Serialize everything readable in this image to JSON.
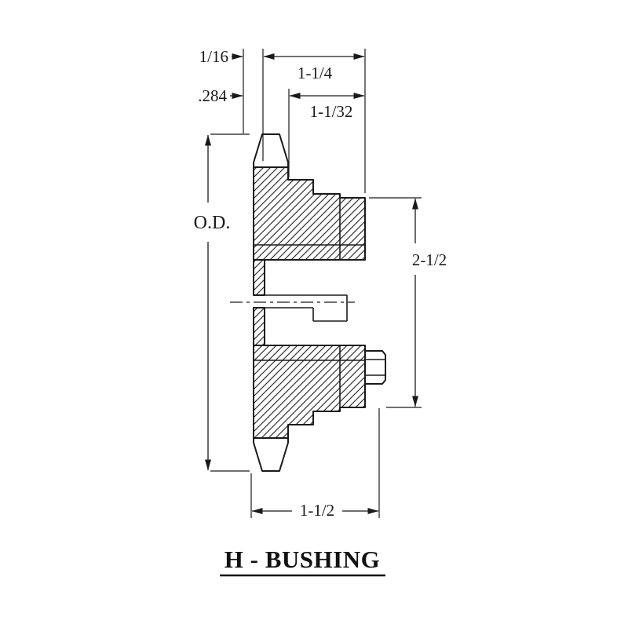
{
  "diagram": {
    "title": "H - BUSHING",
    "labels": {
      "dim_face_offset": "1/16",
      "dim_overall_width": "1-1/4",
      "dim_plate_thickness": ".284",
      "dim_bushing_length": "1-1/32",
      "dim_outer_diameter": "O.D.",
      "dim_flange_diameter": "2-1/2",
      "dim_hub_length": "1-1/2"
    }
  }
}
